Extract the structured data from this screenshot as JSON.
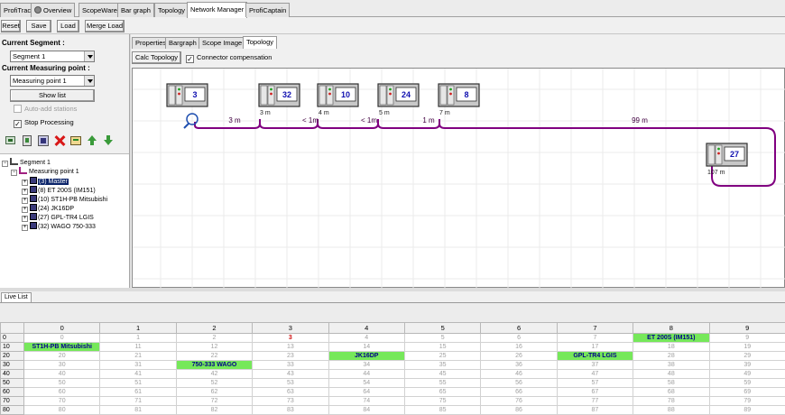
{
  "top_tabs": [
    "ProfiTrace",
    "Overview",
    "ScopeWare",
    "Bar graph",
    "Topology",
    "Network Manager",
    "ProfiCaptain"
  ],
  "top_tab_active": "Network Manager",
  "toolbar": {
    "reset": "Reset",
    "save": "Save",
    "load": "Load",
    "merge_load": "Merge Load"
  },
  "left": {
    "segment_label": "Current Segment :",
    "segment_value": "Segment 1",
    "mp_label": "Current Measuring point :",
    "mp_value": "Measuring point 1",
    "show_list": "Show list",
    "auto_add": "Auto-add stations",
    "stop_processing": "Stop Processing",
    "tree": {
      "segment": "Segment 1",
      "measuring_point": "Measuring point 1",
      "devices": [
        "(3) Master",
        "(8) ET 200S (IM151)",
        "(10) ST1H-PB Mitsubishi",
        "(24) JK16DP",
        "(27) GPL-TR4 LGIS",
        "(32) WAGO 750-333"
      ]
    }
  },
  "inner_tabs": [
    "Properties",
    "Bargraph",
    "Scope Image",
    "Topology"
  ],
  "inner_tab_active": "Topology",
  "topology": {
    "calc_button": "Calc Topology",
    "connector_comp": "Connector compensation",
    "nodes": [
      {
        "id": "3",
        "dist": ""
      },
      {
        "id": "32",
        "dist": "3 m"
      },
      {
        "id": "10",
        "dist": "4 m"
      },
      {
        "id": "24",
        "dist": "5 m"
      },
      {
        "id": "8",
        "dist": "7 m"
      },
      {
        "id": "27",
        "dist": "107 m"
      }
    ],
    "links": [
      "3 m",
      "< 1m",
      "< 1m",
      "1 m",
      "99 m"
    ],
    "colors": {
      "cable": "#800080",
      "node_id": "#1010b0",
      "cable_label": "#400040"
    }
  },
  "live_list": {
    "tab": "Live List",
    "columns": [
      "0",
      "1",
      "2",
      "3",
      "4",
      "5",
      "6",
      "7",
      "8",
      "9"
    ],
    "rows": [
      {
        "head": "0",
        "cells": [
          "0",
          "1",
          "2",
          "3",
          "4",
          "5",
          "6",
          "7",
          "ET 200S (IM151)",
          "9"
        ]
      },
      {
        "head": "10",
        "cells": [
          "ST1H-PB Mitsubishi",
          "11",
          "12",
          "13",
          "14",
          "15",
          "16",
          "17",
          "18",
          "19"
        ]
      },
      {
        "head": "20",
        "cells": [
          "20",
          "21",
          "22",
          "23",
          "JK16DP",
          "25",
          "26",
          "GPL-TR4 LGIS",
          "28",
          "29"
        ]
      },
      {
        "head": "30",
        "cells": [
          "30",
          "31",
          "750-333 WAGO",
          "33",
          "34",
          "35",
          "36",
          "37",
          "38",
          "39"
        ]
      },
      {
        "head": "40",
        "cells": [
          "40",
          "41",
          "42",
          "43",
          "44",
          "45",
          "46",
          "47",
          "48",
          "49"
        ]
      },
      {
        "head": "50",
        "cells": [
          "50",
          "51",
          "52",
          "53",
          "54",
          "55",
          "56",
          "57",
          "58",
          "59"
        ]
      },
      {
        "head": "60",
        "cells": [
          "60",
          "61",
          "62",
          "63",
          "64",
          "65",
          "66",
          "67",
          "68",
          "69"
        ]
      },
      {
        "head": "70",
        "cells": [
          "70",
          "71",
          "72",
          "73",
          "74",
          "75",
          "76",
          "77",
          "78",
          "79"
        ]
      },
      {
        "head": "80",
        "cells": [
          "80",
          "81",
          "82",
          "83",
          "84",
          "85",
          "86",
          "87",
          "88",
          "89"
        ]
      }
    ],
    "device_cells": [
      "0.8",
      "1.0",
      "2.4",
      "2.7",
      "3.2"
    ],
    "master_cells": [
      "0.3"
    ],
    "colors": {
      "device_bg": "#76e85a",
      "device_text": "#00008b",
      "master_text": "#d01010"
    }
  }
}
